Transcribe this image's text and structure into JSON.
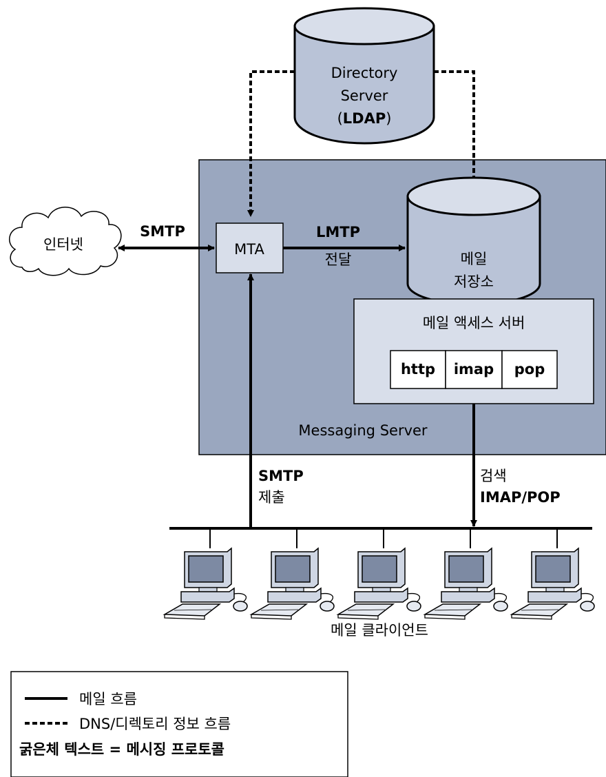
{
  "directory_server": {
    "line1": "Directory",
    "line2": "Server",
    "open": "(",
    "bold": "LDAP",
    "close": ")"
  },
  "internet": {
    "label": "인터넷"
  },
  "smtp_left": {
    "label": "SMTP"
  },
  "mta": {
    "label": "MTA"
  },
  "lmtp": {
    "protocol": "LMTP",
    "sub": "전달"
  },
  "mail_store": {
    "line1": "메일",
    "line2": "저장소"
  },
  "access_server": {
    "title": "메일 액세스 서버",
    "protocols": [
      "http",
      "imap",
      "pop"
    ]
  },
  "messaging_server": {
    "label": "Messaging Server"
  },
  "smtp_submit": {
    "protocol": "SMTP",
    "sub": "제출"
  },
  "retrieval": {
    "sub": "검색",
    "protocol": "IMAP/POP"
  },
  "clients": {
    "label": "메일 클라이언트",
    "count": 5
  },
  "legend": {
    "solid": "메일 흐름",
    "dashed": "DNS/디렉토리 정보 흐름",
    "bold_note": "굵은체 텍스트 = 메시징 프로토콜"
  },
  "colors": {
    "messaging_bg": "#9aa7bf",
    "light_fill": "#d8deea",
    "cylinder_fill": "#b9c3d7",
    "stroke": "#000000"
  }
}
